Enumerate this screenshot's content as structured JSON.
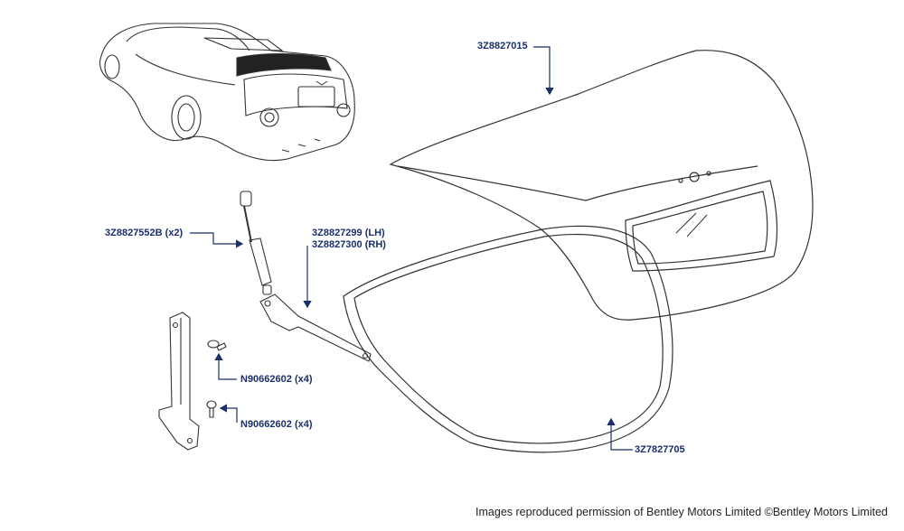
{
  "parts": {
    "lid": "3Z8827015",
    "strut": "3Z8827552B (x2)",
    "hinge_lh": "3Z8827299 (LH)",
    "hinge_rh": "3Z8827300 (RH)",
    "bolt_upper": "N90662602 (x4)",
    "bolt_lower": "N90662602 (x4)",
    "seal": "3Z7827705"
  },
  "credit": "Images reproduced permission of Bentley Motors Limited ©Bentley Motors Limited",
  "colors": {
    "label": "#1b2f6b",
    "line": "#333333",
    "arrow": "#1b2f6b"
  }
}
